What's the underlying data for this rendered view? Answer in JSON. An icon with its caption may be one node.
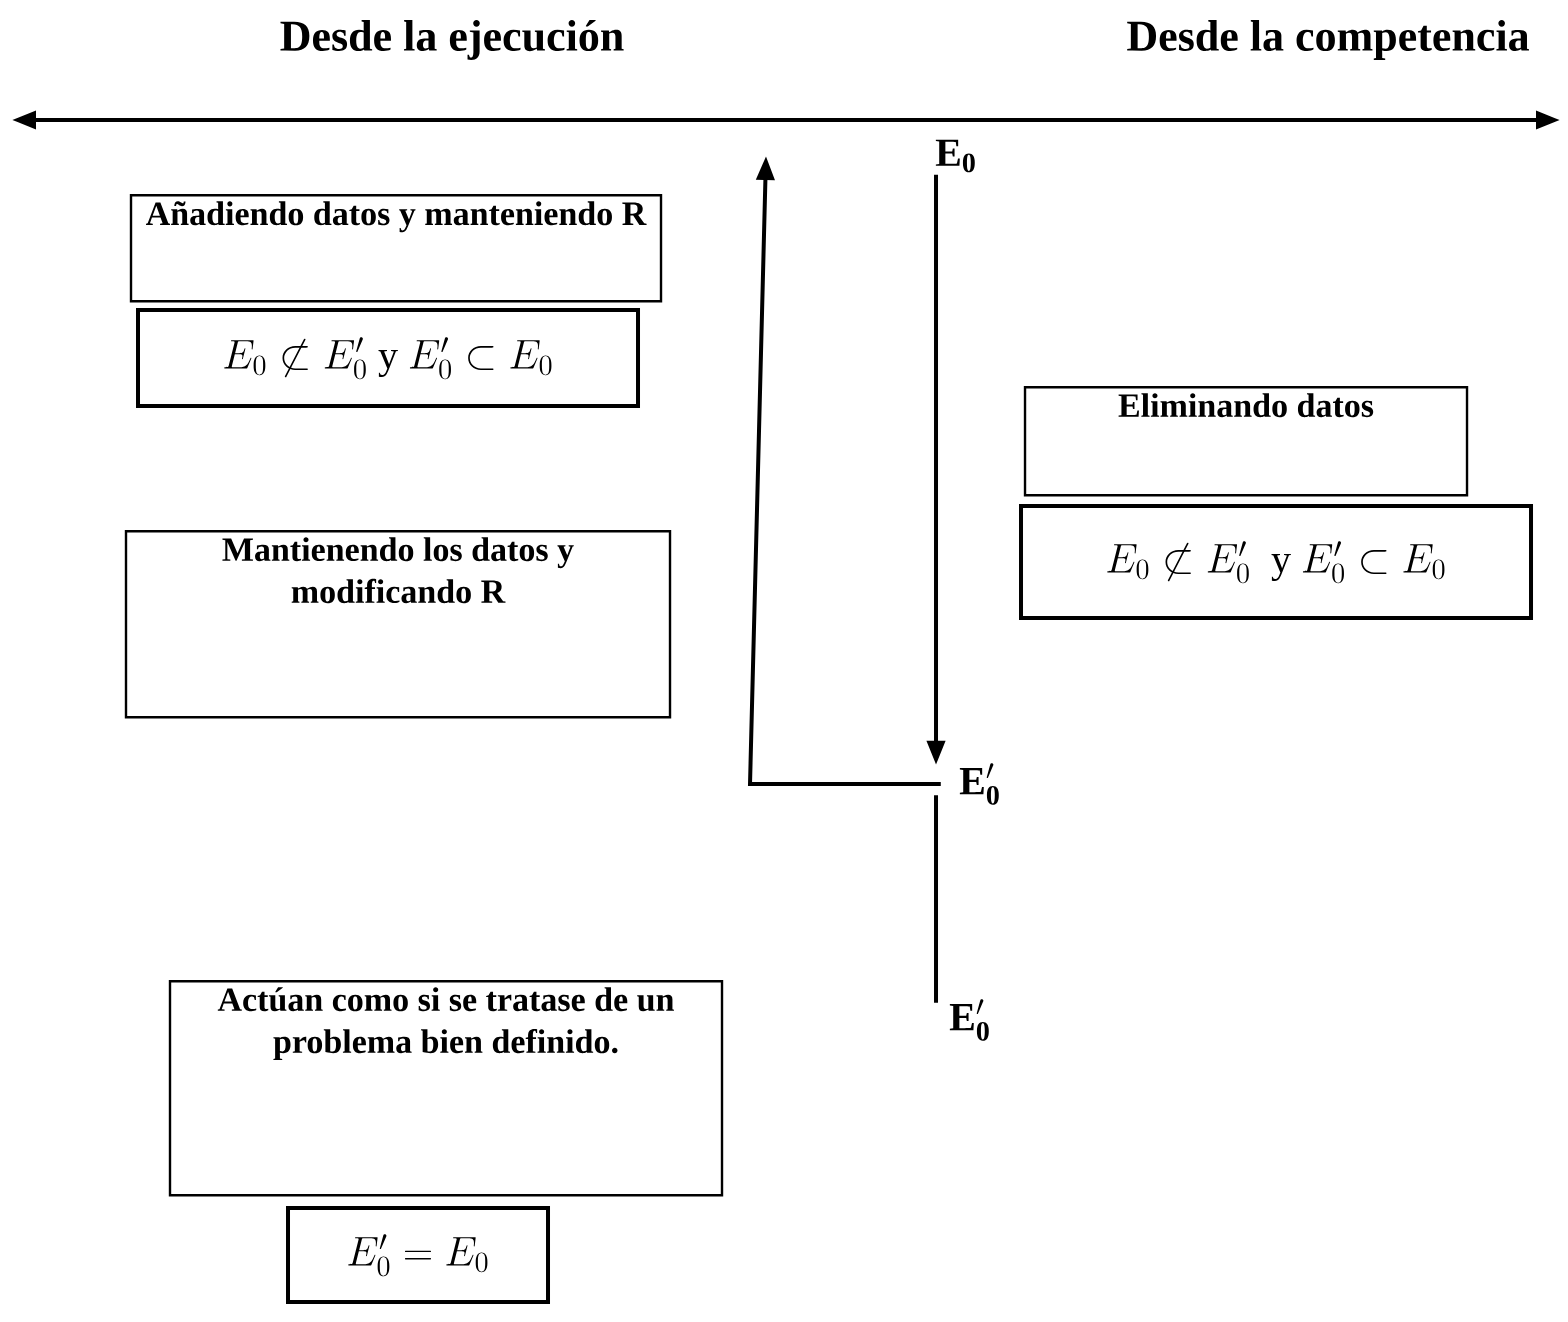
{
  "diagram": {
    "nodes": [
      {
        "text": [
          "\\mathbf{E_0}"
        ]
      },
      {
        "text": [
          "\\mathbf{E_0'}"
        ]
      },
      {
        "text": [
          "\\mathbf{E_0'}"
        ]
      },
      {
        "text": [
          "Añadiendo datos y manteniendo R"
        ]
      },
      {
        "text": [
          "E_0 \\not\\subset E_0' \\mathrm{\\ y\\ } E_0' \\subset E_0"
        ]
      },
      {
        "text": [
          "Mantienendo los datos y modificando R"
        ]
      },
      {
        "text": [
          "Eliminando datos"
        ]
      },
      {
        "text": [
          "E_0 \\not\\subset E_0' \\mathrm{\\ \\ y\\ } E_0' \\subset E_0"
        ]
      },
      {
        "text": [
          "Actúan como si se tratase de un problema bien definido."
        ]
      },
      {
        "text": [
          "E_0' = E_0"
        ]
      }
    ],
    "edges": [
      {
        "from": 0,
        "to": 1,
        "arrow": "to"
      },
      {
        "from": 1,
        "to": 2,
        "arrow": "none"
      },
      {
        "from": 1,
        "to": null,
        "arrow": "to"
      }
    ],
    "labels": [
      "Desde la ejecución",
      "Desde la competencia"
    ]
  }
}
